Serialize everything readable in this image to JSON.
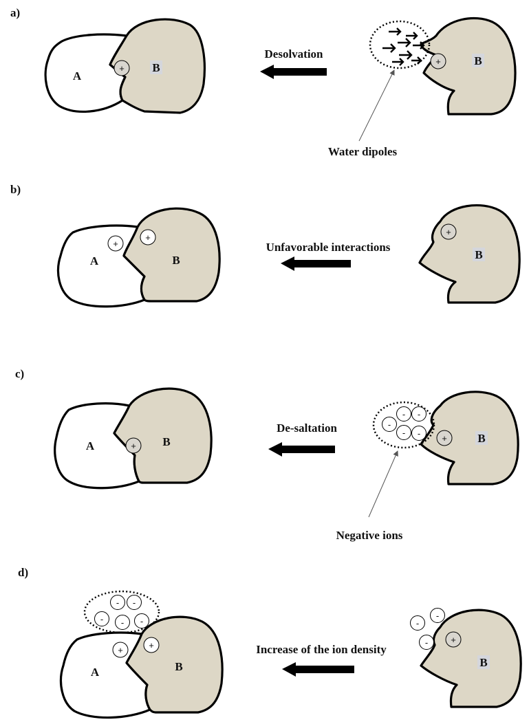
{
  "panels": {
    "a": {
      "label": "a)",
      "process": "Desolvation",
      "annotation": "Water dipoles",
      "molecule_a": "A",
      "molecule_b": "B"
    },
    "b": {
      "label": "b)",
      "process": "Unfavorable interactions",
      "molecule_a": "A",
      "molecule_b": "B"
    },
    "c": {
      "label": "c)",
      "process": "De-saltation",
      "annotation": "Negative ions",
      "molecule_a": "A",
      "molecule_b": "B"
    },
    "d": {
      "label": "d)",
      "process": "Increase of the ion density",
      "molecule_a": "A",
      "molecule_b": "B"
    }
  },
  "symbols": {
    "positive": "+",
    "negative": "-"
  },
  "colors": {
    "molecule_b_fill": "#ddd7c6",
    "molecule_a_fill": "#ffffff",
    "arrow": "#000000"
  }
}
